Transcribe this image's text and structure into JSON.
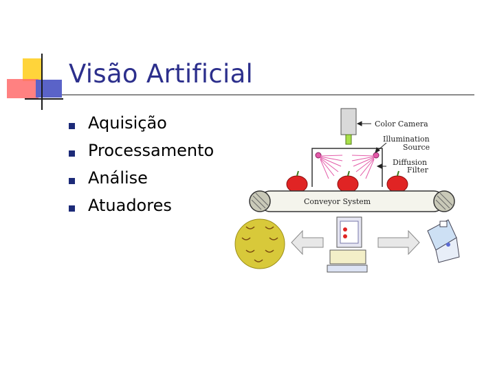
{
  "slide": {
    "title": "Visão Artificial",
    "bullets": [
      "Aquisição",
      "Processamento",
      "Análise",
      "Atuadores"
    ]
  },
  "figure": {
    "labels": {
      "camera": "Color Camera",
      "illumination_1": "Illumination",
      "illumination_2": "Source",
      "diffusion_1": "Diffusion",
      "diffusion_2": "Filter",
      "conveyor": "Conveyor System"
    },
    "colors": {
      "title": "#2c2f8c",
      "bullet": "#1c2a78",
      "apple": "#e02424",
      "basket_bg": "#d8c93a",
      "camera_lens": "#a8e04a"
    }
  }
}
